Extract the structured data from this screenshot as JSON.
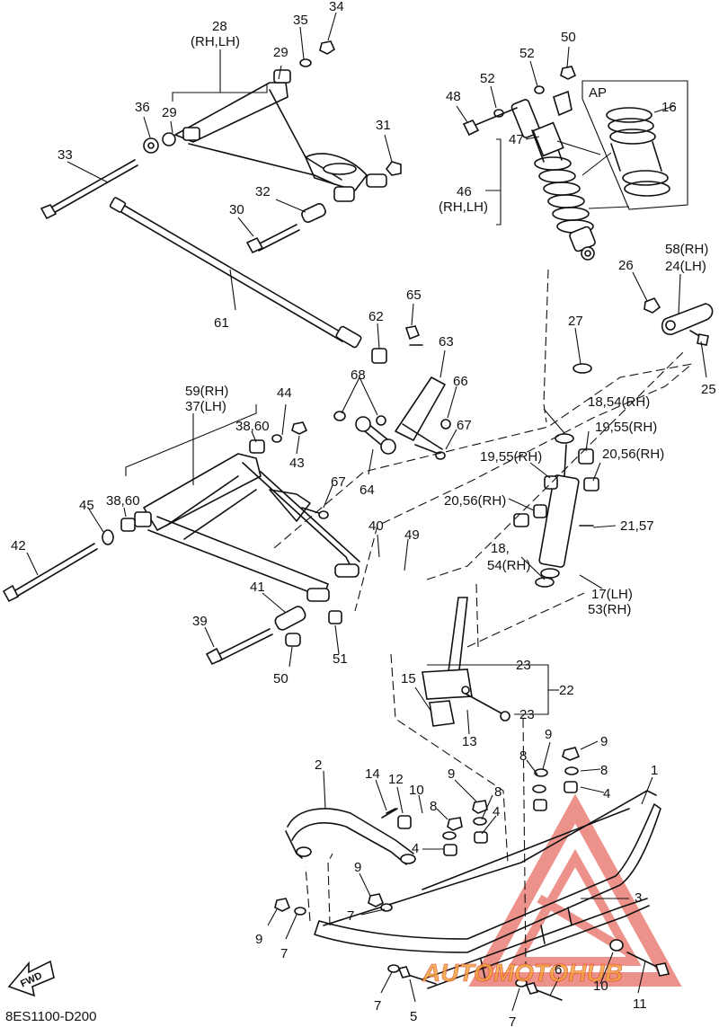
{
  "diagram": {
    "code": "8ES1100-D200",
    "fwd_label": "FWD",
    "ap_label": "AP",
    "watermark": "AUTOMOTOHUB",
    "colors": {
      "line": "#111111",
      "watermark": "#e03a2e",
      "watermark_text": "#f0a33a"
    },
    "callouts": [
      {
        "id": "c1",
        "text": "1"
      },
      {
        "id": "c2",
        "text": "2"
      },
      {
        "id": "c3",
        "text": "3"
      },
      {
        "id": "c4a",
        "text": "4"
      },
      {
        "id": "c4b",
        "text": "4"
      },
      {
        "id": "c4c",
        "text": "4"
      },
      {
        "id": "c5",
        "text": "5"
      },
      {
        "id": "c6",
        "text": "6"
      },
      {
        "id": "c7a",
        "text": "7"
      },
      {
        "id": "c7b",
        "text": "7"
      },
      {
        "id": "c7c",
        "text": "7"
      },
      {
        "id": "c7d",
        "text": "7"
      },
      {
        "id": "c8a",
        "text": "8"
      },
      {
        "id": "c8b",
        "text": "8"
      },
      {
        "id": "c8c",
        "text": "8"
      },
      {
        "id": "c8d",
        "text": "8"
      },
      {
        "id": "c9a",
        "text": "9"
      },
      {
        "id": "c9b",
        "text": "9"
      },
      {
        "id": "c9c",
        "text": "9"
      },
      {
        "id": "c9d",
        "text": "9"
      },
      {
        "id": "c9e",
        "text": "9"
      },
      {
        "id": "c10a",
        "text": "10"
      },
      {
        "id": "c10b",
        "text": "10"
      },
      {
        "id": "c11",
        "text": "11"
      },
      {
        "id": "c12",
        "text": "12"
      },
      {
        "id": "c13",
        "text": "13"
      },
      {
        "id": "c14",
        "text": "14"
      },
      {
        "id": "c15",
        "text": "15"
      },
      {
        "id": "c16",
        "text": "16"
      },
      {
        "id": "c17",
        "text": "17(LH)"
      },
      {
        "id": "c53",
        "text": "53(RH)"
      },
      {
        "id": "c18a",
        "text": "18,54(RH)"
      },
      {
        "id": "c18b",
        "text": "18,"
      },
      {
        "id": "c54b",
        "text": "54(RH)"
      },
      {
        "id": "c19a",
        "text": "19,55(RH)"
      },
      {
        "id": "c19b",
        "text": "19,55(RH)"
      },
      {
        "id": "c20a",
        "text": "20,56(RH)"
      },
      {
        "id": "c20b",
        "text": "20,56(RH)"
      },
      {
        "id": "c21",
        "text": "21,57"
      },
      {
        "id": "c22",
        "text": "22"
      },
      {
        "id": "c23a",
        "text": "23"
      },
      {
        "id": "c23b",
        "text": "23"
      },
      {
        "id": "c58",
        "text": "58(RH)"
      },
      {
        "id": "c24",
        "text": "24(LH)"
      },
      {
        "id": "c25",
        "text": "25"
      },
      {
        "id": "c26",
        "text": "26"
      },
      {
        "id": "c27",
        "text": "27"
      },
      {
        "id": "c28",
        "text": "28"
      },
      {
        "id": "c28rh",
        "text": "(RH,LH)"
      },
      {
        "id": "c29a",
        "text": "29"
      },
      {
        "id": "c29b",
        "text": "29"
      },
      {
        "id": "c30",
        "text": "30"
      },
      {
        "id": "c31",
        "text": "31"
      },
      {
        "id": "c32",
        "text": "32"
      },
      {
        "id": "c33",
        "text": "33"
      },
      {
        "id": "c34",
        "text": "34"
      },
      {
        "id": "c35",
        "text": "35"
      },
      {
        "id": "c36",
        "text": "36"
      },
      {
        "id": "c59",
        "text": "59(RH)"
      },
      {
        "id": "c37",
        "text": "37(LH)"
      },
      {
        "id": "c3860a",
        "text": "38,60"
      },
      {
        "id": "c3860b",
        "text": "38,60"
      },
      {
        "id": "c39",
        "text": "39"
      },
      {
        "id": "c40",
        "text": "40"
      },
      {
        "id": "c41",
        "text": "41"
      },
      {
        "id": "c42",
        "text": "42"
      },
      {
        "id": "c43",
        "text": "43"
      },
      {
        "id": "c44",
        "text": "44"
      },
      {
        "id": "c45",
        "text": "45"
      },
      {
        "id": "c46",
        "text": "46"
      },
      {
        "id": "c46rh",
        "text": "(RH,LH)"
      },
      {
        "id": "c47",
        "text": "47"
      },
      {
        "id": "c48",
        "text": "48"
      },
      {
        "id": "c49",
        "text": "49"
      },
      {
        "id": "c50a",
        "text": "50"
      },
      {
        "id": "c50b",
        "text": "50"
      },
      {
        "id": "c51",
        "text": "51"
      },
      {
        "id": "c52a",
        "text": "52"
      },
      {
        "id": "c52b",
        "text": "52"
      },
      {
        "id": "c61",
        "text": "61"
      },
      {
        "id": "c62",
        "text": "62"
      },
      {
        "id": "c63",
        "text": "63"
      },
      {
        "id": "c64",
        "text": "64"
      },
      {
        "id": "c65",
        "text": "65"
      },
      {
        "id": "c66",
        "text": "66"
      },
      {
        "id": "c67a",
        "text": "67"
      },
      {
        "id": "c67b",
        "text": "67"
      },
      {
        "id": "c68",
        "text": "68"
      }
    ]
  }
}
